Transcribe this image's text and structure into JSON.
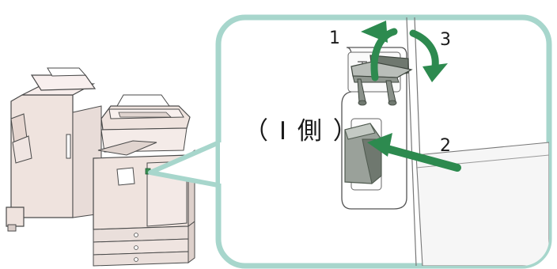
{
  "illustration": {
    "step_labels": [
      "1",
      "2",
      "3"
    ],
    "side_label": "（ I 側 ）",
    "colors": {
      "callout_border": "#a7d6cc",
      "arrow_green": "#2d8a4f",
      "part_gray": "#9aa19a",
      "part_dark": "#4f5a4f",
      "machine_beige": "#efe3de"
    }
  }
}
